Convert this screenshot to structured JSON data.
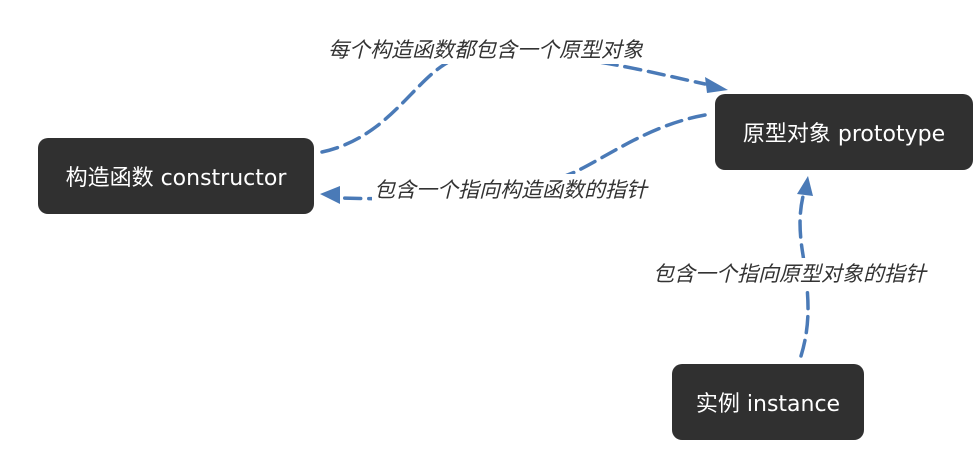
{
  "nodes": {
    "constructor": "构造函数 constructor",
    "prototype": "原型对象 prototype",
    "instance": "实例 instance"
  },
  "edges": {
    "constructor_to_prototype": "每个构造函数都包含一个原型对象",
    "prototype_to_constructor": "包含一个指向构造函数的指针",
    "instance_to_prototype": "包含一个指向原型对象的指针"
  },
  "colors": {
    "node_fill": "#303030",
    "node_text": "#ffffff",
    "edge": "#4a7ab7",
    "label_text": "#333333"
  }
}
